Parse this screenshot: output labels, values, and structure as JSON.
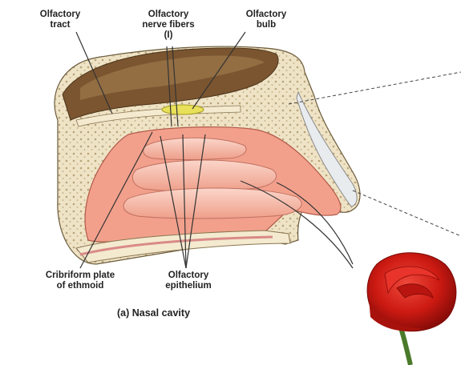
{
  "labels": {
    "olfactory_tract": "Olfactory\ntract",
    "olfactory_nerve_fibers": "Olfactory\nnerve fibers\n(I)",
    "olfactory_bulb": "Olfactory\nbulb",
    "cribriform_plate": "Cribriform plate\nof ethmoid",
    "olfactory_epithelium": "Olfactory\nepithelium"
  },
  "caption": "(a) Nasal cavity",
  "colors": {
    "bone": "#efe3c6",
    "brain": "#6a4a28",
    "bulb": "#e8e05a",
    "mucosa": "#f2a08c",
    "concha": "#f7c3b3",
    "rose": "#d41f16"
  }
}
